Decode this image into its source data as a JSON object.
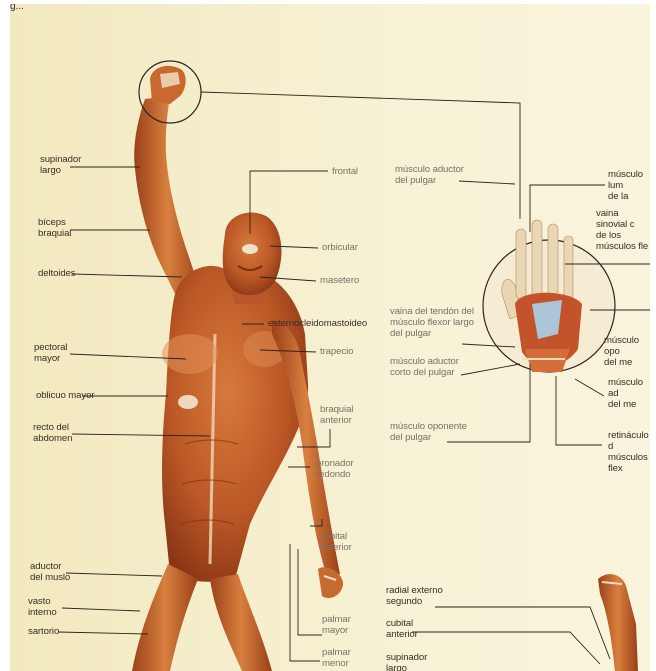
{
  "page_fragment": "g...",
  "labels": {
    "supinador_largo": "supinador\nlargo",
    "biceps_braquial": "bíceps\nbraquial",
    "deltoides": "deltoides",
    "pectoral_mayor": "pectoral\nmayor",
    "oblicuo_mayor": "oblicuo mayor",
    "recto_abdomen": "recto del\nabdomen",
    "aductor_muslo": "aductor\ndel muslo",
    "vasto_interno": "vasto\ninterno",
    "sartorio": "sartorio",
    "frontal": "frontal",
    "orbicular": "orbicular",
    "masetero": "masetero",
    "esternocleidomastoideo": "esternocleidomastoideo",
    "trapecio": "trapecio",
    "braquial_anterior": "braquial\nanterior",
    "pronador_redondo": "pronador\nredondo",
    "cubital_anterior": "cubital\nanterior",
    "palmar_mayor": "palmar\nmayor",
    "palmar_menor": "palmar\nmenor",
    "aductor_pulgar": "músculo aductor\ndel pulgar",
    "vaina_tendon": "vaina del tendón del\nmúsculo flexor largo\ndel pulgar",
    "aductor_corto": "músculo aductor\ncorto del pulgar",
    "oponente_pulgar": "músculo oponente\ndel pulgar",
    "lumbrical": "músculo lum\nde la",
    "vaina_sinovial": "vaina sinovial c\nde los músculos fle",
    "oponente_menique": "músculo opo\ndel me",
    "aductor_menique": "músculo ad\ndel me",
    "retinaculo": "retináculo d\nmúsculos flex",
    "radial_externo": "radial externo\nsegundo",
    "cubital_anterior_2": "cubital\nanterior",
    "supinador_largo_2": "supinador\nlargo"
  },
  "colors": {
    "paper": "#f5eecb",
    "muscle": "#c0622c",
    "muscle_dark": "#8d3a18",
    "tendon": "#f1dcc0",
    "leader_line": "#2b2420"
  }
}
